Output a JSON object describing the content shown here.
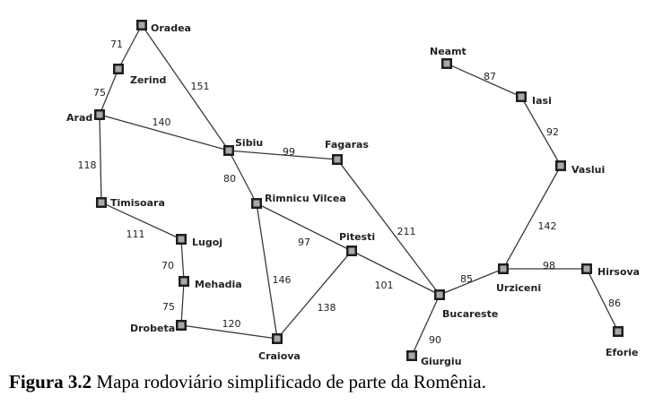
{
  "caption": {
    "figure_label": "Figura 3.2",
    "text": "Mapa rodoviário simplificado de parte da Romênia."
  },
  "colors": {
    "road": "#3a3a3a",
    "node_border": "#1e1e1e",
    "node_fill": "#a9a9a9"
  },
  "cities": [
    {
      "id": "oradea",
      "name": "Oradea"
    },
    {
      "id": "zerind",
      "name": "Zerind"
    },
    {
      "id": "arad",
      "name": "Arad"
    },
    {
      "id": "timisoara",
      "name": "Timisoara"
    },
    {
      "id": "lugoj",
      "name": "Lugoj"
    },
    {
      "id": "mehadia",
      "name": "Mehadia"
    },
    {
      "id": "drobeta",
      "name": "Drobeta"
    },
    {
      "id": "craiova",
      "name": "Craiova"
    },
    {
      "id": "sibiu",
      "name": "Sibiu"
    },
    {
      "id": "rimnicu",
      "name": "Rimnicu Vilcea"
    },
    {
      "id": "fagaras",
      "name": "Fagaras"
    },
    {
      "id": "pitesti",
      "name": "Pitesti"
    },
    {
      "id": "bucareste",
      "name": "Bucareste"
    },
    {
      "id": "giurgiu",
      "name": "Giurgiu"
    },
    {
      "id": "urziceni",
      "name": "Urziceni"
    },
    {
      "id": "hirsova",
      "name": "Hirsova"
    },
    {
      "id": "eforie",
      "name": "Eforie"
    },
    {
      "id": "vaslui",
      "name": "Vaslui"
    },
    {
      "id": "iasi",
      "name": "Iasi"
    },
    {
      "id": "neamt",
      "name": "Neamt"
    }
  ],
  "roads": [
    {
      "from": "oradea",
      "to": "zerind",
      "distance": "71"
    },
    {
      "from": "zerind",
      "to": "arad",
      "distance": "75"
    },
    {
      "from": "oradea",
      "to": "sibiu",
      "distance": "151"
    },
    {
      "from": "arad",
      "to": "sibiu",
      "distance": "140"
    },
    {
      "from": "arad",
      "to": "timisoara",
      "distance": "118"
    },
    {
      "from": "timisoara",
      "to": "lugoj",
      "distance": "111"
    },
    {
      "from": "lugoj",
      "to": "mehadia",
      "distance": "70"
    },
    {
      "from": "mehadia",
      "to": "drobeta",
      "distance": "75"
    },
    {
      "from": "drobeta",
      "to": "craiova",
      "distance": "120"
    },
    {
      "from": "sibiu",
      "to": "fagaras",
      "distance": "99"
    },
    {
      "from": "sibiu",
      "to": "rimnicu",
      "distance": "80"
    },
    {
      "from": "rimnicu",
      "to": "pitesti",
      "distance": "97"
    },
    {
      "from": "rimnicu",
      "to": "craiova",
      "distance": "146"
    },
    {
      "from": "craiova",
      "to": "pitesti",
      "distance": "138"
    },
    {
      "from": "pitesti",
      "to": "bucareste",
      "distance": "101"
    },
    {
      "from": "fagaras",
      "to": "bucareste",
      "distance": "211"
    },
    {
      "from": "bucareste",
      "to": "giurgiu",
      "distance": "90"
    },
    {
      "from": "bucareste",
      "to": "urziceni",
      "distance": "85"
    },
    {
      "from": "urziceni",
      "to": "hirsova",
      "distance": "98"
    },
    {
      "from": "hirsova",
      "to": "eforie",
      "distance": "86"
    },
    {
      "from": "urziceni",
      "to": "vaslui",
      "distance": "142"
    },
    {
      "from": "vaslui",
      "to": "iasi",
      "distance": "92"
    },
    {
      "from": "iasi",
      "to": "neamt",
      "distance": "87"
    }
  ]
}
